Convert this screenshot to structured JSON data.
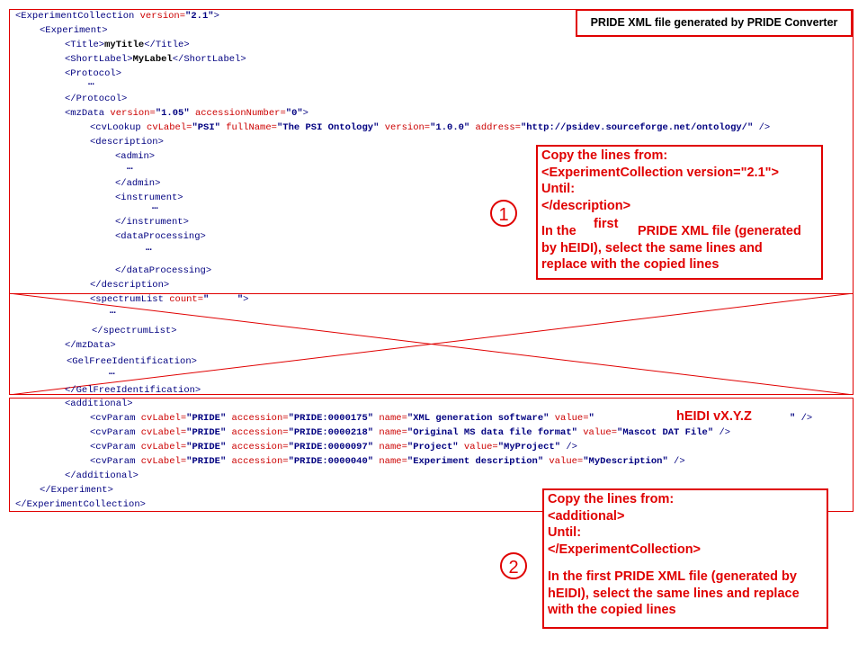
{
  "header": {
    "label": "PRIDE XML file generated by PRIDE Converter"
  },
  "xml": {
    "l1": {
      "tag": "<ExperimentCollection",
      "attr": " version=",
      "val": "\"2.1\"",
      "close": ">"
    },
    "l2": "<Experiment>",
    "l3": {
      "open": "<Title>",
      "text": "myTitle",
      "close": "</Title>"
    },
    "l4": {
      "open": "<ShortLabel>",
      "text": "MyLabel",
      "close": "</ShortLabel>"
    },
    "l5": "<Protocol>",
    "l6": "</Protocol>",
    "l7": {
      "tag": "<mzData",
      "a1": " version=",
      "v1": "\"1.05\"",
      "a2": " accessionNumber=",
      "v2": "\"0\"",
      "close": ">"
    },
    "l8": {
      "tag": "<cvLookup",
      "a1": " cvLabel=",
      "v1": "\"PSI\"",
      "a2": " fullName=",
      "v2": "\"The PSI Ontology\"",
      "a3": " version=",
      "v3": "\"1.0.0\"",
      "a4": " address=",
      "v4": "\"http://psidev.sourceforge.net/ontology/\"",
      "close": " />"
    },
    "l9": "<description>",
    "l10": "<admin>",
    "l11": "</admin>",
    "l12": "<instrument>",
    "l13": "</instrument>",
    "l14": "<dataProcessing>",
    "l15": "</dataProcessing>",
    "l16": "</description>",
    "l17": {
      "tag": "<spectrumList",
      "a1": " count=",
      "v1": "\"     \"",
      "close": ">"
    },
    "l18": "</spectrumList>",
    "l19": "</mzData>",
    "l20": "<GelFreeIdentification>",
    "l21": "</GelFreeIdentification>",
    "l22": "<additional>",
    "p1": {
      "tag": "<cvParam",
      "a1": " cvLabel=",
      "v1": "\"PRIDE\"",
      "a2": " accession=",
      "v2": "\"PRIDE:0000175\"",
      "a3": " name=",
      "v3": "\"XML generation software\"",
      "a4": " value=",
      "v4": "\"",
      "v4b": "\"",
      "close": " />"
    },
    "p2": {
      "tag": "<cvParam",
      "a1": " cvLabel=",
      "v1": "\"PRIDE\"",
      "a2": " accession=",
      "v2": "\"PRIDE:0000218\"",
      "a3": " name=",
      "v3": "\"Original MS data file format\"",
      "a4": " value=",
      "v4": "\"Mascot DAT File\"",
      "close": " />"
    },
    "p3": {
      "tag": "<cvParam",
      "a1": " cvLabel=",
      "v1": "\"PRIDE\"",
      "a2": " accession=",
      "v2": "\"PRIDE:0000097\"",
      "a3": " name=",
      "v3": "\"Project\"",
      "a4": " value=",
      "v4": "\"MyProject\"",
      "close": " />"
    },
    "p4": {
      "tag": "<cvParam",
      "a1": " cvLabel=",
      "v1": "\"PRIDE\"",
      "a2": " accession=",
      "v2": "\"PRIDE:0000040\"",
      "a3": " name=",
      "v3": "\"Experiment description\"",
      "a4": " value=",
      "v4": "\"MyDescription\"",
      "close": " />"
    },
    "l27": "</additional>",
    "l28": "</Experiment>",
    "l29": "</ExperimentCollection>",
    "ellipsis": "…",
    "software_value": "hEIDI vX.Y.Z"
  },
  "callout1": {
    "number": "1",
    "lines": [
      "Copy the lines from:",
      "<ExperimentCollection version=\"2.1\">",
      "Until:",
      "</description>"
    ],
    "p1": "In the",
    "p2": "first",
    "p3": "PRIDE XML file (generated",
    "p4": "by hEIDI), select the same lines and",
    "p5": "replace with the copied lines"
  },
  "callout2": {
    "number": "2",
    "lines": [
      "Copy the lines from:",
      "<additional>",
      "Until:",
      "</ExperimentCollection>",
      "",
      "In the first PRIDE XML file (generated by",
      "hEIDI), select the same lines and replace",
      "with the copied lines"
    ]
  },
  "colors": {
    "accent": "#e00000",
    "tag": "#000080",
    "attr": "#cc0000"
  }
}
